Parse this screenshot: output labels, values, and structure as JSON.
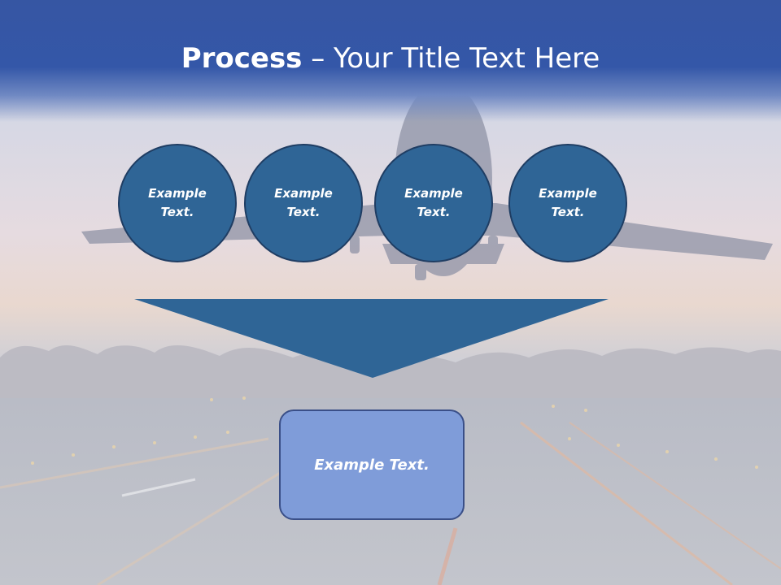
{
  "title": {
    "bold": "Process",
    "rest": " – Your Title Text Here"
  },
  "steps": [
    {
      "label": "Example\nText."
    },
    {
      "label": "Example\nText."
    },
    {
      "label": "Example\nText."
    },
    {
      "label": "Example\nText."
    }
  ],
  "result": {
    "label": "Example Text."
  },
  "colors": {
    "header": "#3457a8",
    "circle_fill": "#2f6596",
    "circle_border": "#1f3d63",
    "funnel": "#2f6596",
    "result_fill": "#7f9cd9",
    "result_border": "#3a4f88"
  },
  "background": {
    "icon": "airplane-runway-photo"
  }
}
